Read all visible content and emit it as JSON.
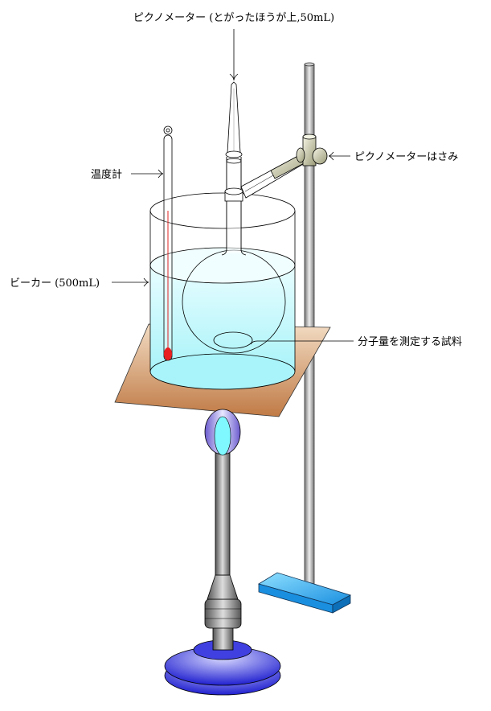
{
  "labels": {
    "pycnometer": "ピクノメーター (とがったほうが上,50mL)",
    "thermometer": "温度計",
    "clamp": "ピクノメーターはさみ",
    "beaker": "ビーカー (500mL)",
    "sample": "分子量を測定する試料"
  },
  "colors": {
    "water": "#aaf6fb",
    "plate": "#c88a55",
    "base": "#2aa8e8",
    "burner": "#3030e0",
    "thermometer_liquid": "#e02020"
  }
}
